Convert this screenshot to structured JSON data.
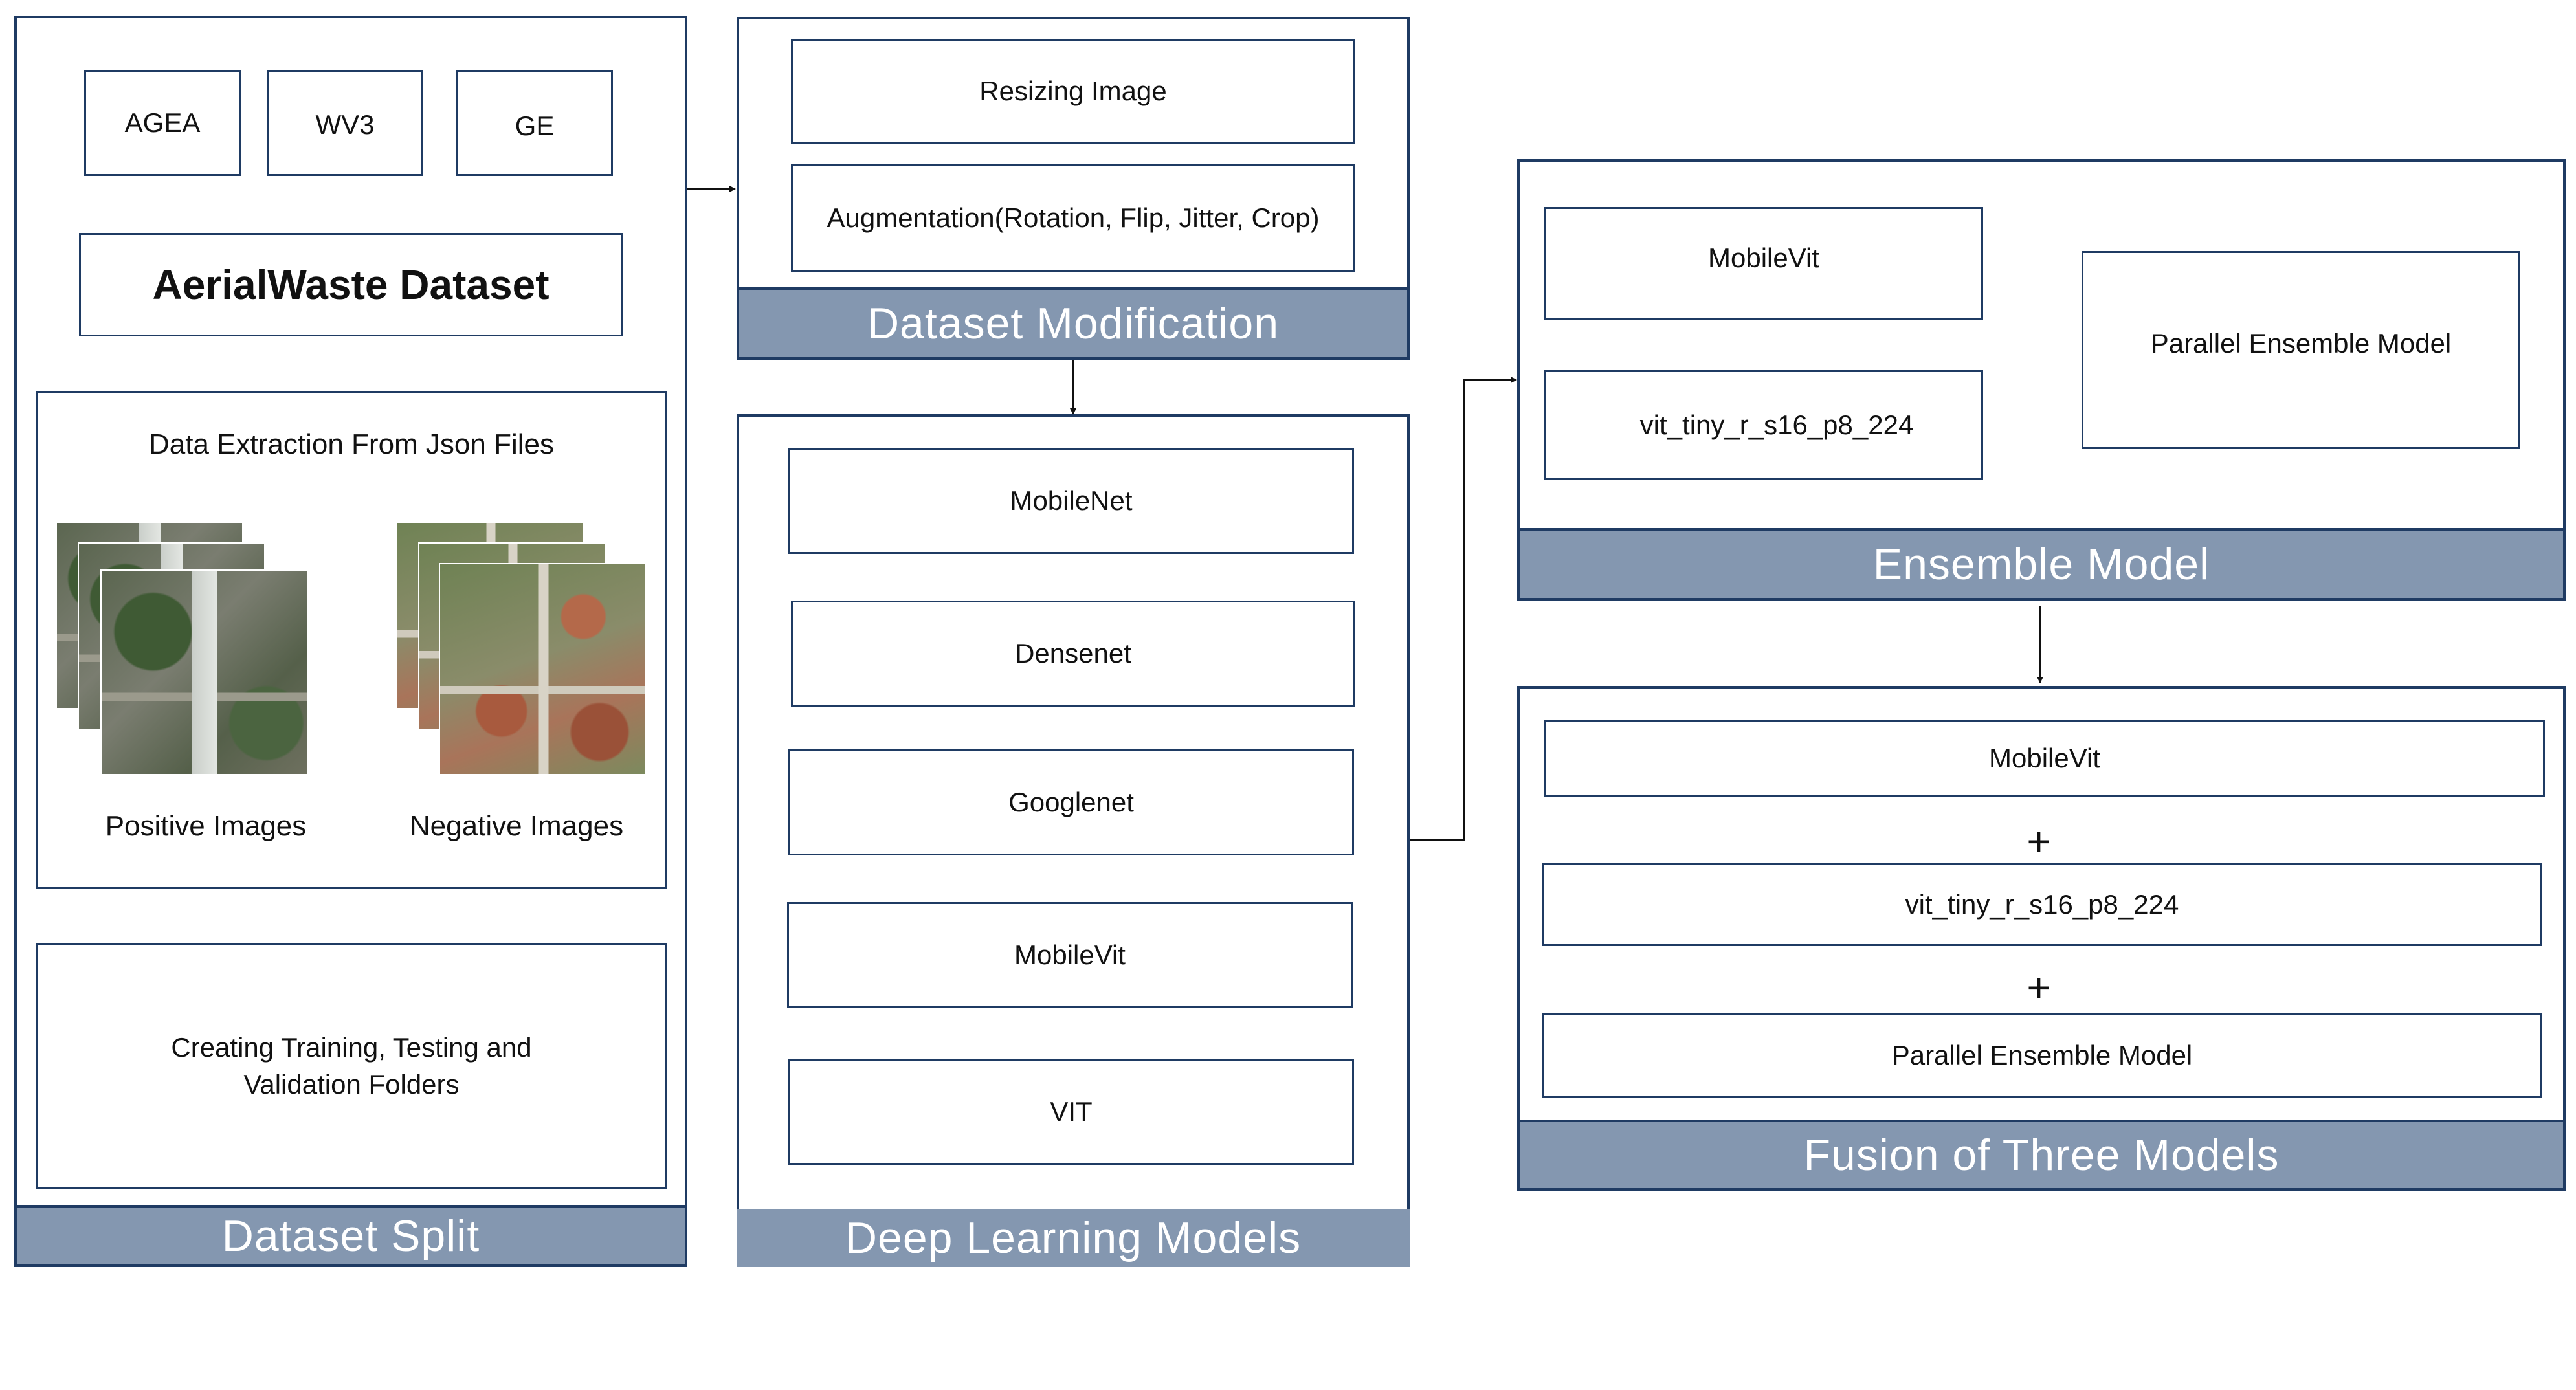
{
  "dataset_split": {
    "sources": [
      "AGEA",
      "WV3",
      "GE"
    ],
    "dataset_title": "AerialWaste Dataset",
    "extraction": {
      "title": "Data Extraction From Json Files",
      "positive_label": "Positive Images",
      "negative_label": "Negative Images"
    },
    "folders_label": "Creating Training, Testing and Validation Folders",
    "band": "Dataset Split"
  },
  "dataset_modification": {
    "steps": [
      "Resizing Image",
      "Augmentation(Rotation, Flip, Jitter, Crop)"
    ],
    "band": "Dataset Modification"
  },
  "deep_learning": {
    "models": [
      "MobileNet",
      "Densenet",
      "Googlenet",
      "MobileVit",
      "VIT"
    ],
    "band": "Deep Learning Models"
  },
  "ensemble": {
    "inputs": [
      "MobileVit",
      "vit_tiny_r_s16_p8_224"
    ],
    "output": "Parallel Ensemble Model",
    "band": "Ensemble Model"
  },
  "fusion": {
    "items": [
      "MobileVit",
      "vit_tiny_r_s16_p8_224",
      "Parallel Ensemble Model"
    ],
    "plus": "+",
    "band": "Fusion of Three Models"
  },
  "colors": {
    "band": "#8497b0",
    "border": "#1f3b63"
  }
}
